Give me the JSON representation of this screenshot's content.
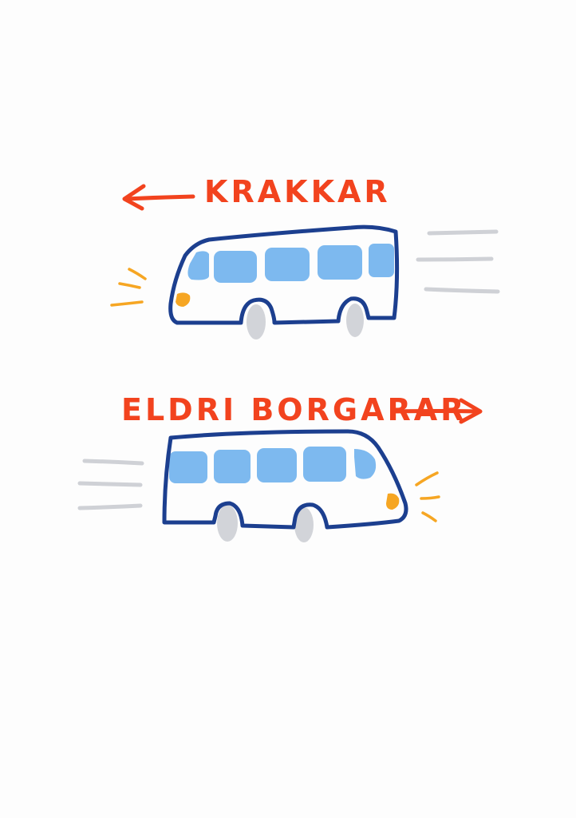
{
  "illustration": {
    "top_bus": {
      "label": "KRAKKAR",
      "direction": "left"
    },
    "bottom_bus": {
      "label": "ELDRI BORGARAR",
      "direction": "right"
    }
  },
  "colors": {
    "background": "#fdfdfd",
    "label_red": "#f2431e",
    "bus_outline": "#1c3f8f",
    "bus_window": "#7db9ef",
    "wheel_gray": "#d2d4d9",
    "headlight_orange": "#f6a623",
    "speed_line_gray": "#cfd1d6"
  },
  "icons": {
    "top_arrow": "arrow-left-icon",
    "bottom_arrow": "arrow-right-icon",
    "bus": "bus-icon"
  }
}
